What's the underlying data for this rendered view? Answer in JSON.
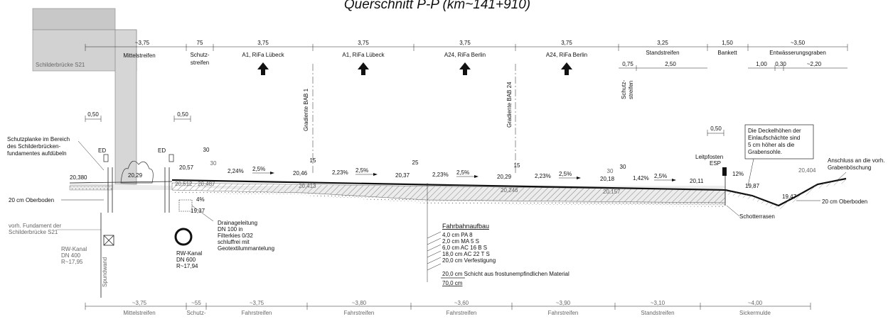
{
  "title": "Querschnitt P-P (km~141+910)",
  "top_dims": [
    "~3,75",
    "75",
    "3,75",
    "3,75",
    "3,75",
    "3,75",
    "3,25",
    "1,50",
    "~3,50"
  ],
  "top_labels": {
    "mittelstreifen": "Mittelstreifen",
    "schutzstreifen_1": "Schutz-",
    "schutzstreifen_2": "streifen",
    "lane1": "A1, RiFa Lübeck",
    "lane2": "A1, RiFa Lübeck",
    "lane3": "A24, RiFa Berlin",
    "lane4": "A24, RiFa Berlin",
    "standstreifen": "Standstreifen",
    "bankett": "Bankett",
    "graben": "Entwässerungsgraben"
  },
  "sub_dims": {
    "schutz": "0,75",
    "stand": "2,50",
    "g1": "1,00",
    "g2": "0,30",
    "g3": "~2,20"
  },
  "left_box_label": "Schilderbrücke S21",
  "gradients": [
    "Gradiente BAB 1",
    "Gradiente BAB 24"
  ],
  "small_dims": {
    "left_050": "0,50",
    "mid_050": "0,50",
    "right_050": "0,50",
    "d30": "30",
    "d30b": "30",
    "d15a": "15",
    "d15b": "15",
    "d25": "25",
    "d30c": "30",
    "d30d": "30"
  },
  "notes": {
    "schutzplanke_1": "Schutzplanke im Bereich",
    "schutzplanke_2": "des Schilderbrücken-",
    "schutzplanke_3": "fundamentes aufdübeln",
    "oberboden_left": "20 cm Oberboden",
    "oberboden_right": "20 cm Oberboden",
    "fundament_1": "vorh. Fundament der",
    "fundament_2": "Schilderbrücke S21",
    "rw_left_1": "RW-Kanal",
    "rw_left_2": "DN 400",
    "rw_left_3": "R~17,95",
    "rw_mid_1": "RW-Kanal",
    "rw_mid_2": "DN 600",
    "rw_mid_3": "R~17,94",
    "spundwand": "Spundwand",
    "drain_1": "Drainageleitung",
    "drain_2": "DN 100 in",
    "drain_3": "Filterkies 0/32",
    "drain_4": "schluffrei mit",
    "drain_5": "Geotextilummantelung",
    "deckel_1": "Die Deckelhöhen der",
    "deckel_2": "Einlaufschächte sind",
    "deckel_3": "5 cm höher als die",
    "deckel_4": "Grabensohle.",
    "anschluss_1": "Anschluss an die vorh.",
    "anschluss_2": "Grabenböschung",
    "leitpfosten": "Leitpfosten",
    "esp": "ESP",
    "ed1": "ED",
    "ed2": "ED",
    "schotterrasen": "Schotterrasen",
    "four_pct": "4%",
    "twelve_pct": "12%"
  },
  "elevations": {
    "e1": "20,380",
    "e2": "20,29",
    "e3": "20,57",
    "e4": "20,46",
    "e5": "20,37",
    "e6": "20,29",
    "e7": "20,18",
    "e8": "20,11",
    "e9": "19,87",
    "e10": "19,47",
    "e11": "20,404",
    "e12": "19,37",
    "e13": "20,413",
    "e14": "20,246",
    "e15": "20,157",
    "e16": "20,487",
    "e17": "20,512"
  },
  "slopes": {
    "s1": "2,24%",
    "s2": "2,5%",
    "s3": "2,23%",
    "s4": "2,5%",
    "s5": "2,23%",
    "s6": "2,5%",
    "s7": "2,23%",
    "s8": "2,5%",
    "s9": "1,42%",
    "s10": "2,5%"
  },
  "fahrbahnaufbau": {
    "heading": "Fahrbahnaufbau",
    "layers": [
      "4,0 cm PA 8",
      "2,0 cm MA 5 S",
      "6,0 cm AC 16 B S",
      "18,0 cm AC 22 T S",
      "20,0 cm Verfestigung",
      "20,0 cm Schicht aus frostunempfindlichen Material"
    ],
    "total": "70,0 cm"
  },
  "bottom_dims": [
    "~3,75",
    "~55",
    "~3,75",
    "~3,80",
    "~3,60",
    "~3,90",
    "~3,10",
    "~4,00"
  ],
  "bottom_labels": [
    "Mittelstreifen",
    "Schutz-",
    "Fahrstreifen",
    "Fahrstreifen",
    "Fahrstreifen",
    "Fahrstreifen",
    "Standstreifen",
    "Sickermulde"
  ]
}
